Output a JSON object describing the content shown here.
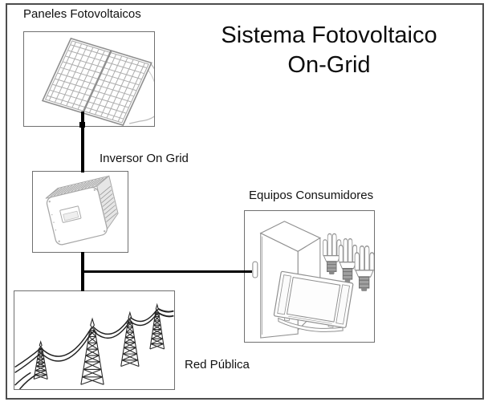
{
  "diagram": {
    "title": {
      "line1": "Sistema Fotovoltaico",
      "line2": "On-Grid"
    },
    "nodes": {
      "panels": {
        "label": "Paneles Fotovoltaicos",
        "illustration": "solar-panel-array-sketch"
      },
      "inverter": {
        "label": "Inversor On Grid",
        "illustration": "grid-tie-inverter-sketch"
      },
      "consumers": {
        "label": "Equipos Consumidores",
        "illustration": "refrigerator-cfl-bulbs-tv-sketch"
      },
      "grid": {
        "label": "Red Pública",
        "illustration": "transmission-towers-sketch"
      }
    },
    "connections": [
      {
        "from": "panels",
        "to": "inverter"
      },
      {
        "from": "inverter",
        "to": "grid"
      },
      {
        "from": "inverter",
        "to": "consumers"
      }
    ],
    "colors": {
      "background": "#ffffff",
      "outer_border": "#4d4d4d",
      "node_box_border": "#707070",
      "connector": "#000000",
      "text": "#111111",
      "sketch_light_gray": "#a6a6a6",
      "sketch_dark": "#2b2b2b"
    }
  }
}
